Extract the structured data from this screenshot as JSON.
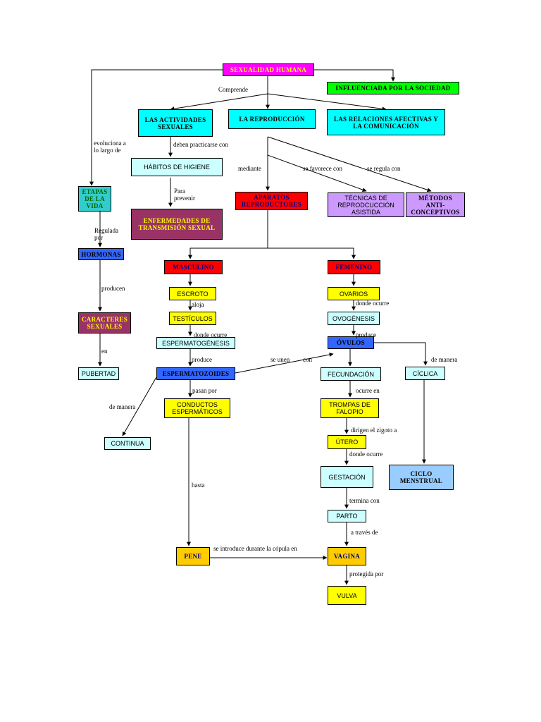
{
  "colors": {
    "magenta": "#ff00ff",
    "green": "#00ff00",
    "cyan": "#00ffff",
    "light_cyan": "#ccffff",
    "red": "#ff0000",
    "maroon": "#993366",
    "lavender": "#cc99ff",
    "teal_green": "#33cccc",
    "blue": "#3366ff",
    "yellow": "#ffff00",
    "orange": "#ffcc00",
    "sky_blue": "#99ccff",
    "yellow_text": "#ffff00",
    "navy_text": "#000080",
    "dark_green_text": "#006600"
  },
  "nodes": {
    "sexualidad": "SEXUALIDAD HUMANA",
    "influenciada": "INFLUENCIADA POR LA SOCIEDAD",
    "actividades": "LAS ACTIVIDADES SEXUALES",
    "reproduccion": "LA REPRODUCCIÓN",
    "relaciones": "LAS RELACIONES AFECTIVAS Y LA COMUNICACIÓN",
    "habitos": "HÁBITOS DE HIGIENE",
    "enfermedades": "ENFERMEDADES DE TRANSMISIÓN SEXUAL",
    "etapas": "ETAPAS DE LA VIDA",
    "aparatos": "APARATOS REPRODUCTORES",
    "tecnicas": "TÉCNICAS DE REPRODCUCCIÓN ASISTIDA",
    "metodos": "MÉTODOS ANTI-CONCEPTIVOS",
    "hormonas": "HORMONAS",
    "masculino": "MASCULINO",
    "femenino": "FEMENINO",
    "caracteres": "CARACTERES SEXUALES",
    "escroto": "ESCROTO",
    "ovarios": "OVARIOS",
    "testiculos": "TESTÍCULOS",
    "ovogenesis": "OVOGÉNESIS",
    "espermatogenesis": "ESPERMATOGÉNESIS",
    "ovulos": "ÓVULOS",
    "pubertad": "PUBERTAD",
    "espermatozoides": "ESPERMATOZOIDES",
    "fecundacion": "FECUNDACIÓN",
    "ciclica": "CÍCLICA",
    "conductos": "CONDUCTOS ESPERMÁTICOS",
    "trompas": "TROMPAS DE FALOPIO",
    "continua": "CONTINUA",
    "utero": "ÚTERO",
    "gestacion": "GESTACIÓN",
    "ciclo": "CICLO MENSTRUAL",
    "parto": "PARTO",
    "pene": "PENE",
    "vagina": "VAGINA",
    "vulva": "VULVA"
  },
  "labels": {
    "comprende": "Comprende",
    "evoluciona": "evoluciona a lo largo de",
    "deben": "deben practicarse con",
    "para": "Para prevenir",
    "mediante": "mediante",
    "favorece": "se favorece con",
    "regula": "se regula con",
    "regulada": "Regulada por",
    "producen": "producen",
    "en": "en",
    "aloja": "aloja",
    "donde_ocurre_1": "donde ocurre",
    "donde_ocurre_2": "donde ocurre",
    "produce_1": "produce",
    "produce_2": "produce",
    "se_unen": "se unen",
    "con": "con",
    "de_manera_1": "de manera",
    "de_manera_2": "de manera",
    "pasan": "pasan por",
    "ocurre_en": "ocurre en",
    "dirigen": "dirigen el zigoto a",
    "donde_ocurre_3": "donde ocurre",
    "hasta": "hasta",
    "termina": "termina con",
    "a_traves": "a través de",
    "introduce": "se introduce durante la  cópula en",
    "protegida": "protegida por"
  },
  "icons": {
    "arrowhead": "arrowhead-icon"
  }
}
